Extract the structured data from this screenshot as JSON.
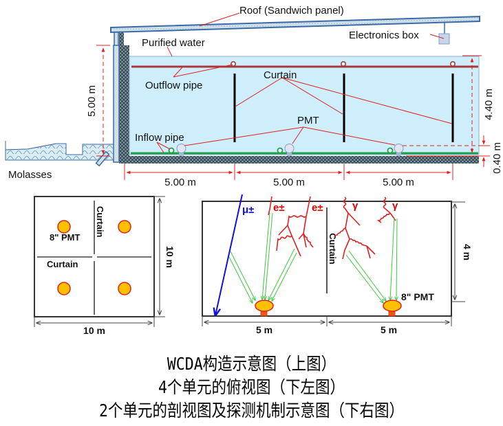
{
  "top_diagram": {
    "roof_label": "Roof (Sandwich panel)",
    "electronics_box_label": "Electronics box",
    "purified_water_label": "Purified water",
    "outflow_pipe_label": "Outflow pipe",
    "curtain_label": "Curtain",
    "pmt_label": "PMT",
    "inflow_pipe_label": "Inflow pipe",
    "molasses_label": "Molasses",
    "height_total": "5.00 m",
    "height_water": "4.40 m",
    "height_pmt": "0.40 m",
    "cell_widths": [
      "5.00 m",
      "5.00 m",
      "5.00 m"
    ],
    "colors": {
      "water": "#cdeefa",
      "pipe_outflow": "#a83a3a",
      "pipe_inflow": "#1aa34a",
      "annotation": "#e02020",
      "structure": "#3b6aa8"
    }
  },
  "top_view": {
    "pmt_label": "8\" PMT",
    "curtain_vertical_label": "Curtain",
    "curtain_horizontal_label": "Curtain",
    "width_label": "10 m",
    "height_label": "10 m",
    "pmt_count": 4
  },
  "side_view": {
    "muon_label": "μ±",
    "electron_label_1": "e±",
    "electron_label_2": "e±",
    "gamma_label_1": "γ",
    "gamma_label_2": "γ",
    "curtain_label": "Curtain",
    "pmt_label": "8\" PMT",
    "height_label": "4 m",
    "cell_widths": [
      "5 m",
      "5 m"
    ]
  },
  "captions": [
    "WCDA构造示意图（上图）",
    "4个单元的俯视图（下左图）",
    "2个单元的剖视图及探测机制示意图（下右图）"
  ]
}
